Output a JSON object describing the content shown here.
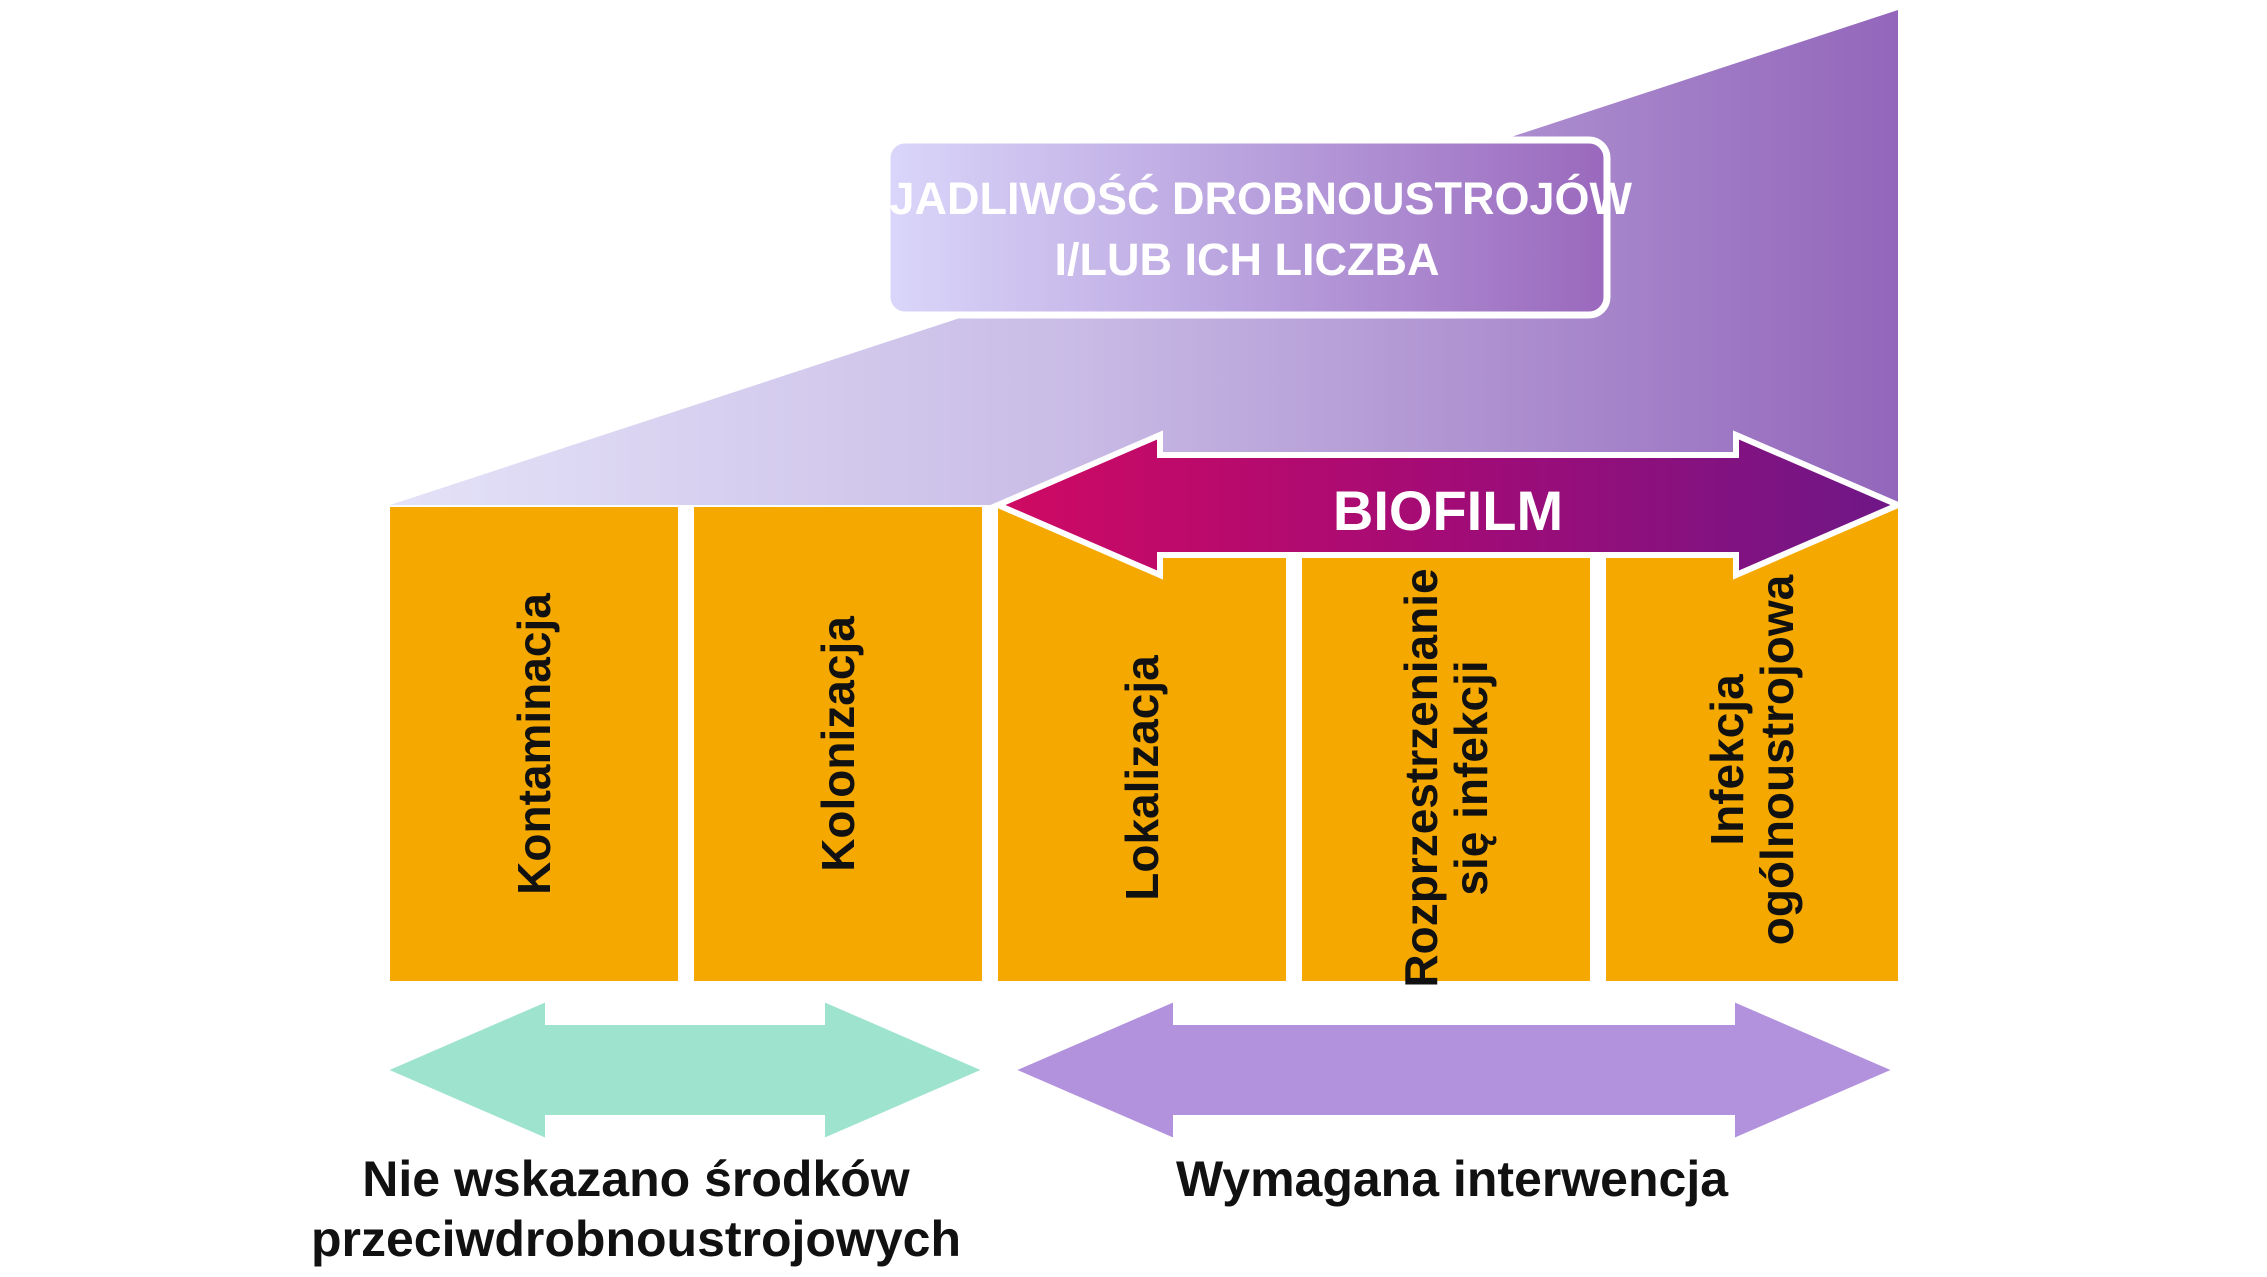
{
  "virulence_banner": {
    "line1": "ZJADLIWOŚĆ DROBNOUSTROJÓW",
    "line2": "I/LUB ICH LICZBA"
  },
  "biofilm_label": "BIOFILM",
  "stages": [
    {
      "lines": [
        "Kontaminacja"
      ]
    },
    {
      "lines": [
        "Kolonizacja"
      ]
    },
    {
      "lines": [
        "Lokalizacja"
      ]
    },
    {
      "lines": [
        "Rozprzestrzenianie",
        "się infekcji"
      ]
    },
    {
      "lines": [
        "Infekcja",
        "ogólnoustrojowa"
      ]
    }
  ],
  "no_antimicrobials": {
    "line1": "Nie wskazano środków",
    "line2": "przeciwdrobnoustrojowych"
  },
  "intervention": {
    "label": "Wymagana interwencja"
  },
  "colors": {
    "stage_box": "#F5A800",
    "wedge_light": "#E2E0F8",
    "wedge_dark": "#9467BB",
    "banner_light": "#DCD8FA",
    "banner_dark": "#9A68BD",
    "biofilm_left": "#CC0A66",
    "biofilm_right": "#751685",
    "teal_arrow": "#9EE3CE",
    "purple_arrow": "#B291DD"
  }
}
